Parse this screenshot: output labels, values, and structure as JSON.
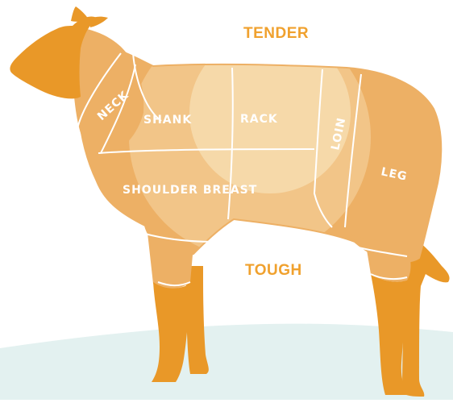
{
  "labels": {
    "top": "TENDER",
    "bottom": "TOUGH"
  },
  "cuts": {
    "neck": "NECK",
    "shank": "SHANK",
    "rack": "RACK",
    "loin": "LOIN",
    "leg": "LEG",
    "shoulder_breast": "SHOULDER BREAST"
  },
  "colors": {
    "heading": "#f0a12e",
    "dark_orange": "#e99828",
    "mid_orange": "#edb065",
    "light_orange": "#f2c588",
    "pale": "#f6d9a9",
    "ground": "#e3f1f0",
    "line": "#ffffff"
  }
}
